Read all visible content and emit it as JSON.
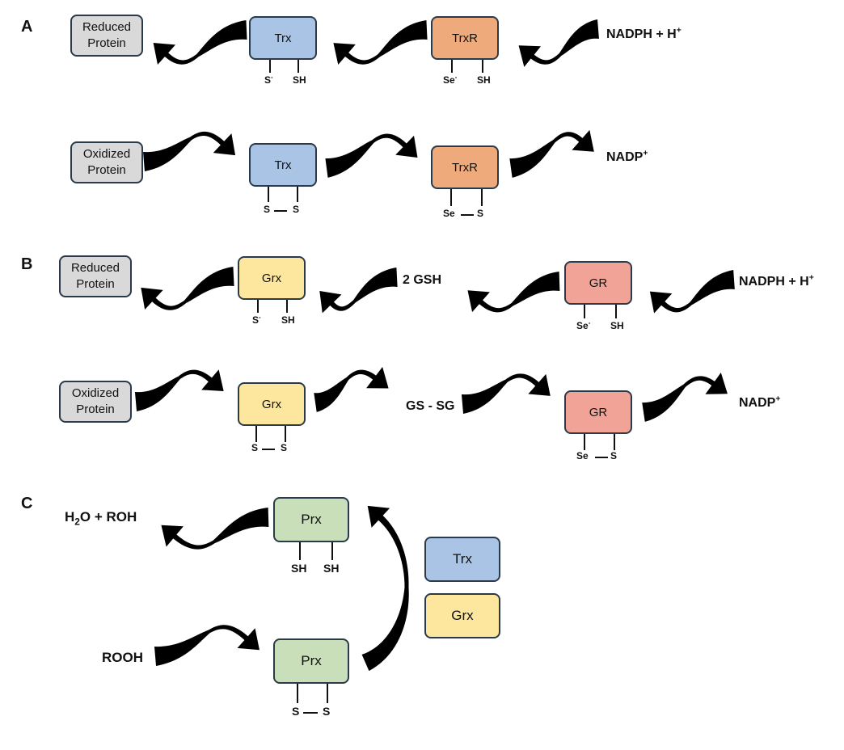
{
  "panels": {
    "a": {
      "letter": "A",
      "reduced_protein": [
        "Reduced",
        "Protein"
      ],
      "oxidized_protein": [
        "Oxidized",
        "Protein"
      ],
      "trx_top": "Trx",
      "trx_bottom": "Trx",
      "trxr_top": "TrxR",
      "trxr_bottom": "TrxR",
      "trx_top_sites": [
        "S",
        "SH"
      ],
      "trx_bottom_sites": [
        "S",
        "S"
      ],
      "trxr_top_sites": [
        "Se",
        "SH"
      ],
      "trxr_bottom_sites": [
        "Se",
        "S"
      ],
      "nadph": "NADPH + H",
      "nadp": "NADP"
    },
    "b": {
      "letter": "B",
      "reduced_protein": [
        "Reduced",
        "Protein"
      ],
      "oxidized_protein": [
        "Oxidized",
        "Protein"
      ],
      "grx_top": "Grx",
      "grx_bottom": "Grx",
      "gr_top": "GR",
      "gr_bottom": "GR",
      "grx_top_sites": [
        "S",
        "SH"
      ],
      "grx_bottom_sites": [
        "S",
        "S"
      ],
      "gr_top_sites": [
        "Se",
        "SH"
      ],
      "gr_bottom_sites": [
        "Se",
        "S"
      ],
      "gsh": "2 GSH",
      "gssg": "GS - SG",
      "nadph": "NADPH + H",
      "nadp": "NADP"
    },
    "c": {
      "letter": "C",
      "water_roh_parts": [
        "H",
        "2",
        "O + ROH"
      ],
      "rooh": "ROOH",
      "prx_top": "Prx",
      "prx_bottom": "Prx",
      "prx_top_sites": [
        "SH",
        "SH"
      ],
      "prx_bottom_sites": [
        "S",
        "S"
      ],
      "trx": "Trx",
      "grx": "Grx"
    }
  },
  "superscripts": {
    "minus": "-",
    "plus": "+"
  },
  "colors": {
    "protein_grey": "#d9d9d9",
    "trx_blue": "#a9c4e4",
    "trxr_orange": "#efaa7c",
    "grx_yellow": "#fde79f",
    "gr_red": "#f2a398",
    "prx_green": "#c8dfb9",
    "arrow": "#000000"
  }
}
